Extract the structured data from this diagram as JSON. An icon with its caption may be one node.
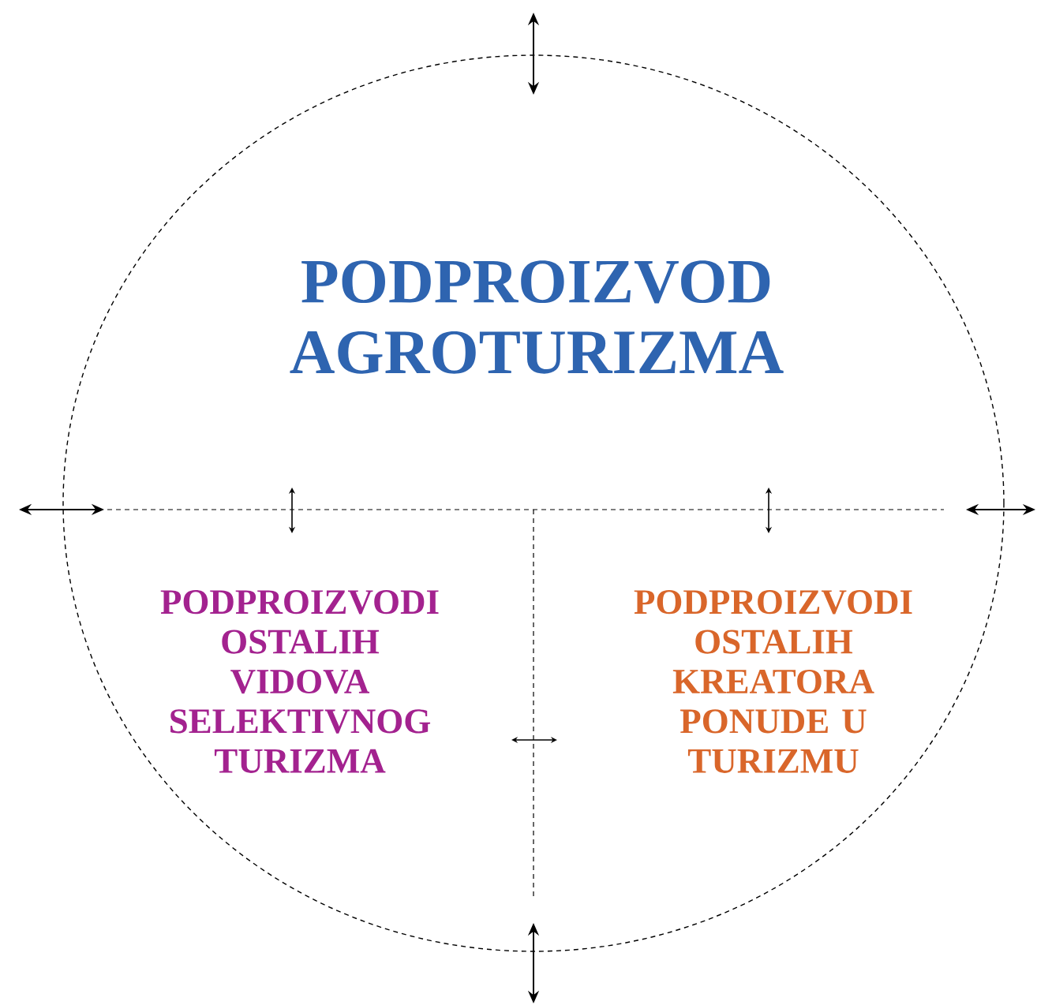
{
  "diagram": {
    "nodes": [
      {
        "text": [],
        "shape": "circle"
      },
      {
        "text": [
          "PODPROIZVOD AGROTURIZMA"
        ],
        "in": 0
      },
      {
        "text": [
          "PODPROIZVODI OSTALIH VIDOVA SELEKTIVNOG TURIZMA"
        ],
        "in": 0
      },
      {
        "text": [
          "PODPROIZVODI OSTALIH KREATORA PONUDE U TURIZMU"
        ],
        "in": 0
      }
    ]
  }
}
